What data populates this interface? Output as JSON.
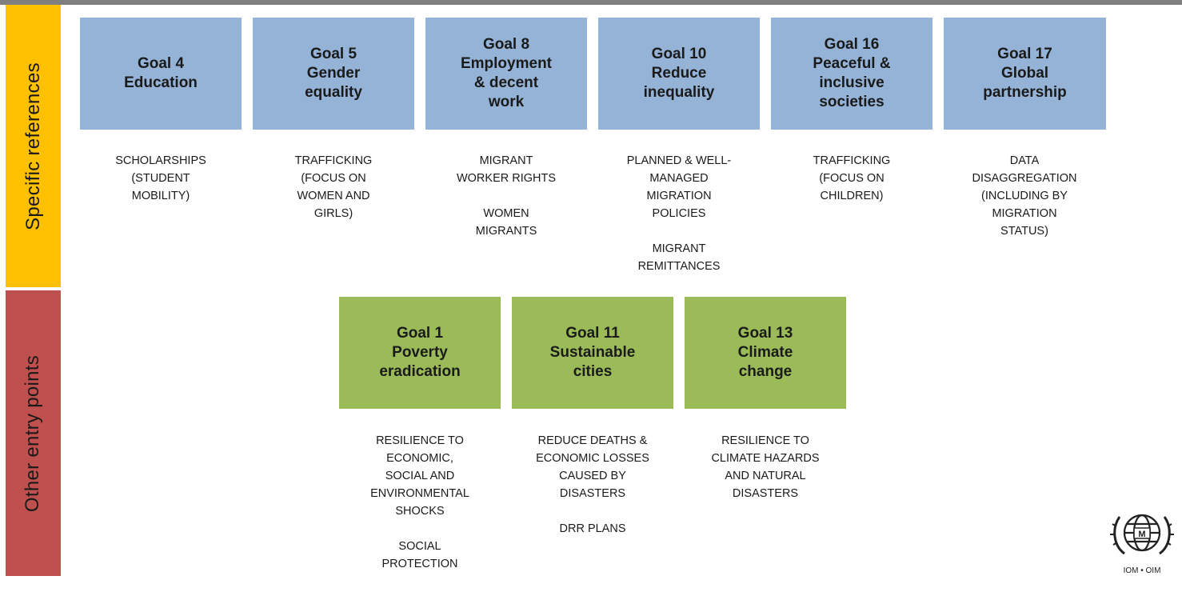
{
  "bands": {
    "specific": {
      "label": "Specific references",
      "color": "#ffc000"
    },
    "other": {
      "label": "Other entry points",
      "color": "#c0504d"
    }
  },
  "colors": {
    "goal_blue": "#95b3d7",
    "goal_green": "#9bbb59"
  },
  "goals": [
    {
      "title": [
        "Goal 4",
        "Education"
      ],
      "items": [
        [
          "SCHOLARSHIPS",
          "(STUDENT",
          "MOBILITY)"
        ]
      ]
    },
    {
      "title": [
        "Goal 5",
        "Gender",
        "equality"
      ],
      "items": [
        [
          "TRAFFICKING",
          "(FOCUS ON",
          "WOMEN AND",
          "GIRLS)"
        ]
      ]
    },
    {
      "title": [
        "Goal 8",
        "Employment",
        "& decent",
        "work"
      ],
      "items": [
        [
          "MIGRANT",
          "WORKER RIGHTS"
        ],
        [
          "WOMEN",
          "MIGRANTS"
        ]
      ]
    },
    {
      "title": [
        "Goal 10",
        "Reduce",
        "inequality"
      ],
      "items": [
        [
          "PLANNED & WELL-",
          "MANAGED",
          "MIGRATION",
          "POLICIES"
        ],
        [
          "MIGRANT",
          "REMITTANCES"
        ]
      ]
    },
    {
      "title": [
        "Goal 16",
        "Peaceful &",
        "inclusive",
        "societies"
      ],
      "items": [
        [
          "TRAFFICKING",
          "(FOCUS ON",
          "CHILDREN)"
        ]
      ]
    },
    {
      "title": [
        "Goal 17",
        "Global",
        "partnership"
      ],
      "items": [
        [
          "DATA",
          "DISAGGREGATION",
          "(INCLUDING BY",
          "MIGRATION",
          "STATUS)"
        ]
      ]
    },
    {
      "title": [
        "Goal 1",
        "Poverty",
        "eradication"
      ],
      "items": [
        [
          "RESILIENCE TO",
          "ECONOMIC,",
          "SOCIAL AND",
          "ENVIRONMENTAL",
          "SHOCKS"
        ],
        [
          "SOCIAL",
          "PROTECTION"
        ]
      ]
    },
    {
      "title": [
        "Goal 11",
        "Sustainable",
        "cities"
      ],
      "items": [
        [
          "REDUCE DEATHS &",
          "ECONOMIC LOSSES",
          "CAUSED BY",
          "DISASTERS"
        ],
        [
          "DRR PLANS"
        ]
      ]
    },
    {
      "title": [
        "Goal 13",
        "Climate",
        "change"
      ],
      "items": [
        [
          "RESILIENCE TO",
          "CLIMATE HAZARDS",
          "AND NATURAL",
          "DISASTERS"
        ]
      ]
    }
  ],
  "logo": {
    "text": "IOM • OIM",
    "icon": "iom-logo-icon"
  }
}
